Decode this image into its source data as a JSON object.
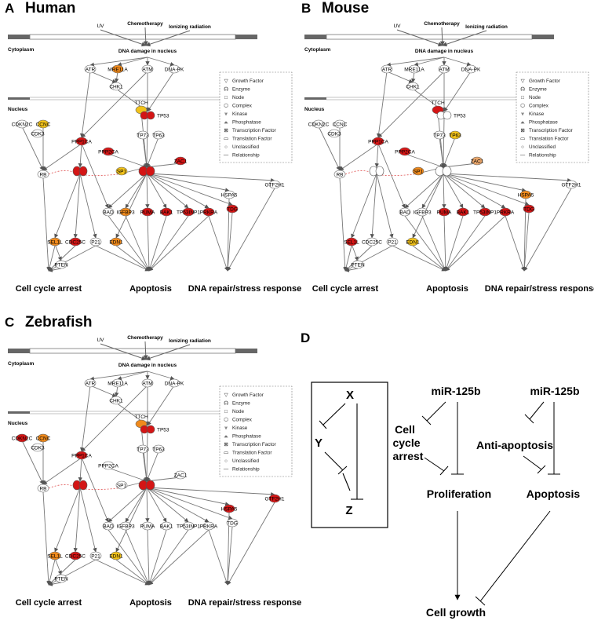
{
  "panels": [
    {
      "letter": "A",
      "title": "Human",
      "ox": 0,
      "oy": 0,
      "colors": {
        "MRE11A": "#f08a1c",
        "CCNC": "#f2c21a",
        "TTCH": "#f2c21a",
        "TP53": "#d41515",
        "TP53_2": "#d41515",
        "PPP1CA": "#d41515",
        "PPP2CA": "#d41515",
        "SP1": "#f2c21a",
        "X1": "#d41515",
        "ZAC1": "#d41515",
        "RB": "#fff",
        "IGFBP3": "#f08a1c",
        "PUMA": "#d41515",
        "BAK1": "#d41515",
        "TP53INP1": "#d41515",
        "PRKRA": "#d41515",
        "TDG": "#d41515",
        "SEL1L": "#f08a1c",
        "CDC25C": "#d41515",
        "EDN1": "#f08a1c",
        "TP73": "#fff",
        "TP63": "#fff",
        "CDK3": "#fff",
        "CHK1": "#fff",
        "ATR": "#fff",
        "ATM": "#fff",
        "DNAPK": "#fff",
        "CDKN2C": "#fff",
        "HSPA5": "#fff",
        "GTF2H1": "#fff",
        "BAD": "#fff",
        "P21": "#fff",
        "PTEN": "#fff",
        "TP53b": "#d41515"
      }
    },
    {
      "letter": "B",
      "title": "Mouse",
      "ox": 378,
      "oy": 0,
      "colors": {
        "MRE11A": "#fff",
        "CCNC": "#fff",
        "TTCH": "#d41515",
        "TP53": "#fff",
        "TP53_2": "#fff",
        "PPP1CA": "#d41515",
        "PPP2CA": "#d41515",
        "SP1": "#f08a1c",
        "X1": "#fff",
        "ZAC1": "#e8a56a",
        "RB": "#fff",
        "IGFBP3": "#fff",
        "PUMA": "#d41515",
        "BAK1": "#d41515",
        "TP53INP1": "#d41515",
        "PRKRA": "#d41515",
        "TDG": "#d41515",
        "SEL1L": "#d41515",
        "CDC25C": "#fff",
        "EDN1": "#f2c21a",
        "TP73": "#fff",
        "TP63": "#f2c21a",
        "CDK3": "#fff",
        "CHK1": "#fff",
        "ATR": "#fff",
        "ATM": "#fff",
        "DNAPK": "#fff",
        "CDKN2C": "#fff",
        "HSPA5": "#f08a1c",
        "GTF2H1": "#fff",
        "BAD": "#fff",
        "P21": "#fff",
        "PTEN": "#fff",
        "TP53b": "#fff"
      }
    },
    {
      "letter": "C",
      "title": "Zebrafish",
      "ox": 0,
      "oy": 400,
      "colors": {
        "MRE11A": "#fff",
        "CCNC": "#f08a1c",
        "TTCH": "#f08a1c",
        "TP53": "#d41515",
        "TP53_2": "#d41515",
        "PPP1CA": "#d41515",
        "PPP2CA": "#fff",
        "SP1": "#fff",
        "X1": "#d41515",
        "ZAC1": "#fff",
        "RB": "#fff",
        "IGFBP3": "#fff",
        "PUMA": "#fff",
        "BAK1": "#fff",
        "TP53INP1": "#fff",
        "PRKRA": "#fff",
        "TDG": "#fff",
        "SEL1L": "#f08a1c",
        "CDC25C": "#d41515",
        "EDN1": "#f2c21a",
        "TP73": "#fff",
        "TP63": "#fff",
        "CDK3": "#fff",
        "CHK1": "#fff",
        "ATR": "#fff",
        "ATM": "#fff",
        "DNAPK": "#fff",
        "CDKN2C": "#d41515",
        "HSPA5": "#d41515",
        "GTF2H1": "#d41515",
        "BAD": "#fff",
        "P21": "#fff",
        "PTEN": "#fff",
        "TP53b": "#d41515"
      }
    }
  ],
  "labels": {
    "uv": "UV",
    "chemo": "Chemotherapy",
    "ion": "Ionizing radiation",
    "damage": "DNA damage in nucleus",
    "cytoplasm": "Cytoplasm",
    "nucleus": "Nucleus",
    "ATR": "ATR",
    "MRE11A": "MRE11A",
    "ATM": "ATM",
    "DNAPK": "DNA-PK",
    "CHK1": "CHK1",
    "TTCH": "TTCH",
    "TP53": "TP53",
    "CDKN2C": "CDKN2C",
    "CCNC": "CCNC",
    "CDK3": "CDK3",
    "PPP1CA": "PPP1CA",
    "TP73": "TP73",
    "TP63": "TP63",
    "PPP2CA": "PPP2CA",
    "SP1": "SP1",
    "ZAC1": "ZAC1",
    "RB": "RB",
    "HSPA5": "HSPA5",
    "GTF2H1": "GTF2H1",
    "BAD": "BAD",
    "IGFBP3": "IGFBP3",
    "PUMA": "PUMA",
    "BAK1": "BAK1",
    "TP53INP1": "TP53INP1",
    "PRKRA": "PRKRA",
    "TDG": "TDG",
    "SEL1L": "SEL1L",
    "CDC25C": "CDC25C",
    "P21": "P21",
    "EDN1": "EDN1",
    "PTEN": "PTEN",
    "cellcycle": "Cell cycle arrest",
    "apoptosis": "Apoptosis",
    "dnarepair": "DNA repair/stress response"
  },
  "legend": [
    "Growth Factor",
    "Enzyme",
    "Node",
    "Complex",
    "Kinase",
    "Phosphatase",
    "Transcription Factor",
    "Translation Factor",
    "Unclassified",
    "Relationship"
  ],
  "panelD": {
    "letter": "D",
    "x": "X",
    "y": "Y",
    "z": "Z",
    "mir1": "miR-125b",
    "mir2": "miR-125b",
    "cellcycle1": "Cell",
    "cellcycle2": "cycle",
    "cellcycle3": "arrest",
    "proliferation": "Proliferation",
    "antiapop": "Anti-apoptosis",
    "apoptosis": "Apoptosis",
    "growth": "Cell growth"
  }
}
